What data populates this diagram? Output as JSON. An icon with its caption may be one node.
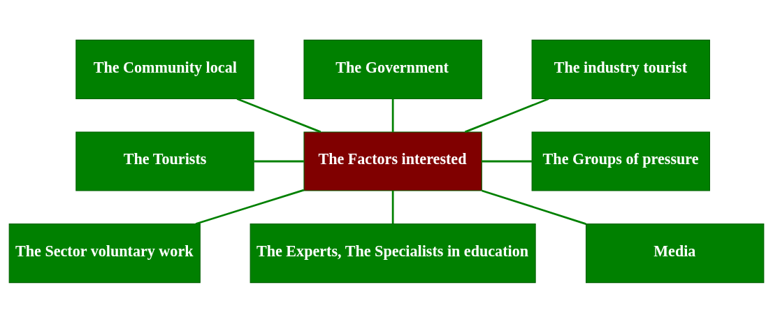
{
  "diagram": {
    "nodes": [
      {
        "text": [
          "The Community local"
        ]
      },
      {
        "text": [
          "The Government"
        ]
      },
      {
        "text": [
          "The industry tourist"
        ]
      },
      {
        "text": [
          "The Tourists"
        ]
      },
      {
        "text": [
          "The Factors interested"
        ]
      },
      {
        "text": [
          "The Groups of pressure"
        ]
      },
      {
        "text": [
          "The Sector voluntary work"
        ]
      },
      {
        "text": [
          "The Experts, The Specialists in education"
        ]
      },
      {
        "text": [
          "Media"
        ]
      }
    ],
    "edges": [
      {
        "from": 0,
        "to": 4,
        "arrow": "none"
      },
      {
        "from": 1,
        "to": 4,
        "arrow": "none"
      },
      {
        "from": 2,
        "to": 4,
        "arrow": "none"
      },
      {
        "from": 3,
        "to": 4,
        "arrow": "none"
      },
      {
        "from": 4,
        "to": 5,
        "arrow": "none"
      },
      {
        "from": 4,
        "to": 6,
        "arrow": "none"
      },
      {
        "from": 4,
        "to": 7,
        "arrow": "none"
      },
      {
        "from": 4,
        "to": 8,
        "arrow": "none"
      }
    ]
  }
}
